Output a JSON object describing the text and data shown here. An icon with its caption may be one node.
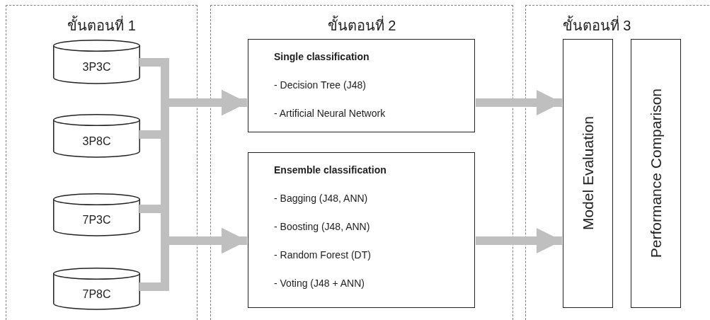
{
  "diagram": {
    "nodes": [
      {
        "text": [
          "ขั้นตอนที่ 1"
        ]
      },
      {
        "text": [
          "3P3C"
        ],
        "in": 0
      },
      {
        "text": [
          "3P8C"
        ],
        "in": 0
      },
      {
        "text": [
          "7P3C"
        ],
        "in": 0
      },
      {
        "text": [
          "7P8C"
        ],
        "in": 0
      },
      {
        "text": [
          "ขั้นตอนที่ 2"
        ]
      },
      {
        "text": [
          "Single classification",
          "- Decision Tree (J48)",
          "- Artificial Neural Network"
        ],
        "in": 5
      },
      {
        "text": [
          "Ensemble classification",
          "- Bagging (J48,  ANN)",
          "- Boosting (J48,  ANN)",
          "- Random Forest (DT)",
          "- Voting (J48 + ANN)"
        ],
        "in": 5
      },
      {
        "text": [
          "ขั้นตอนที่ 3"
        ]
      },
      {
        "text": [
          "Model Evaluation"
        ],
        "in": 8
      },
      {
        "text": [
          "Performance Comparison"
        ],
        "in": 8
      }
    ],
    "edges": [
      {
        "from": 1,
        "to": 6,
        "arrow": "to"
      },
      {
        "from": 1,
        "to": 7,
        "arrow": "to"
      },
      {
        "from": 2,
        "to": 6,
        "arrow": "to"
      },
      {
        "from": 2,
        "to": 7,
        "arrow": "to"
      },
      {
        "from": 3,
        "to": 6,
        "arrow": "to"
      },
      {
        "from": 3,
        "to": 7,
        "arrow": "to"
      },
      {
        "from": 4,
        "to": 6,
        "arrow": "to"
      },
      {
        "from": 4,
        "to": 7,
        "arrow": "to"
      },
      {
        "from": 6,
        "to": 9,
        "arrow": "to"
      },
      {
        "from": 7,
        "to": 9,
        "arrow": "to"
      }
    ]
  }
}
